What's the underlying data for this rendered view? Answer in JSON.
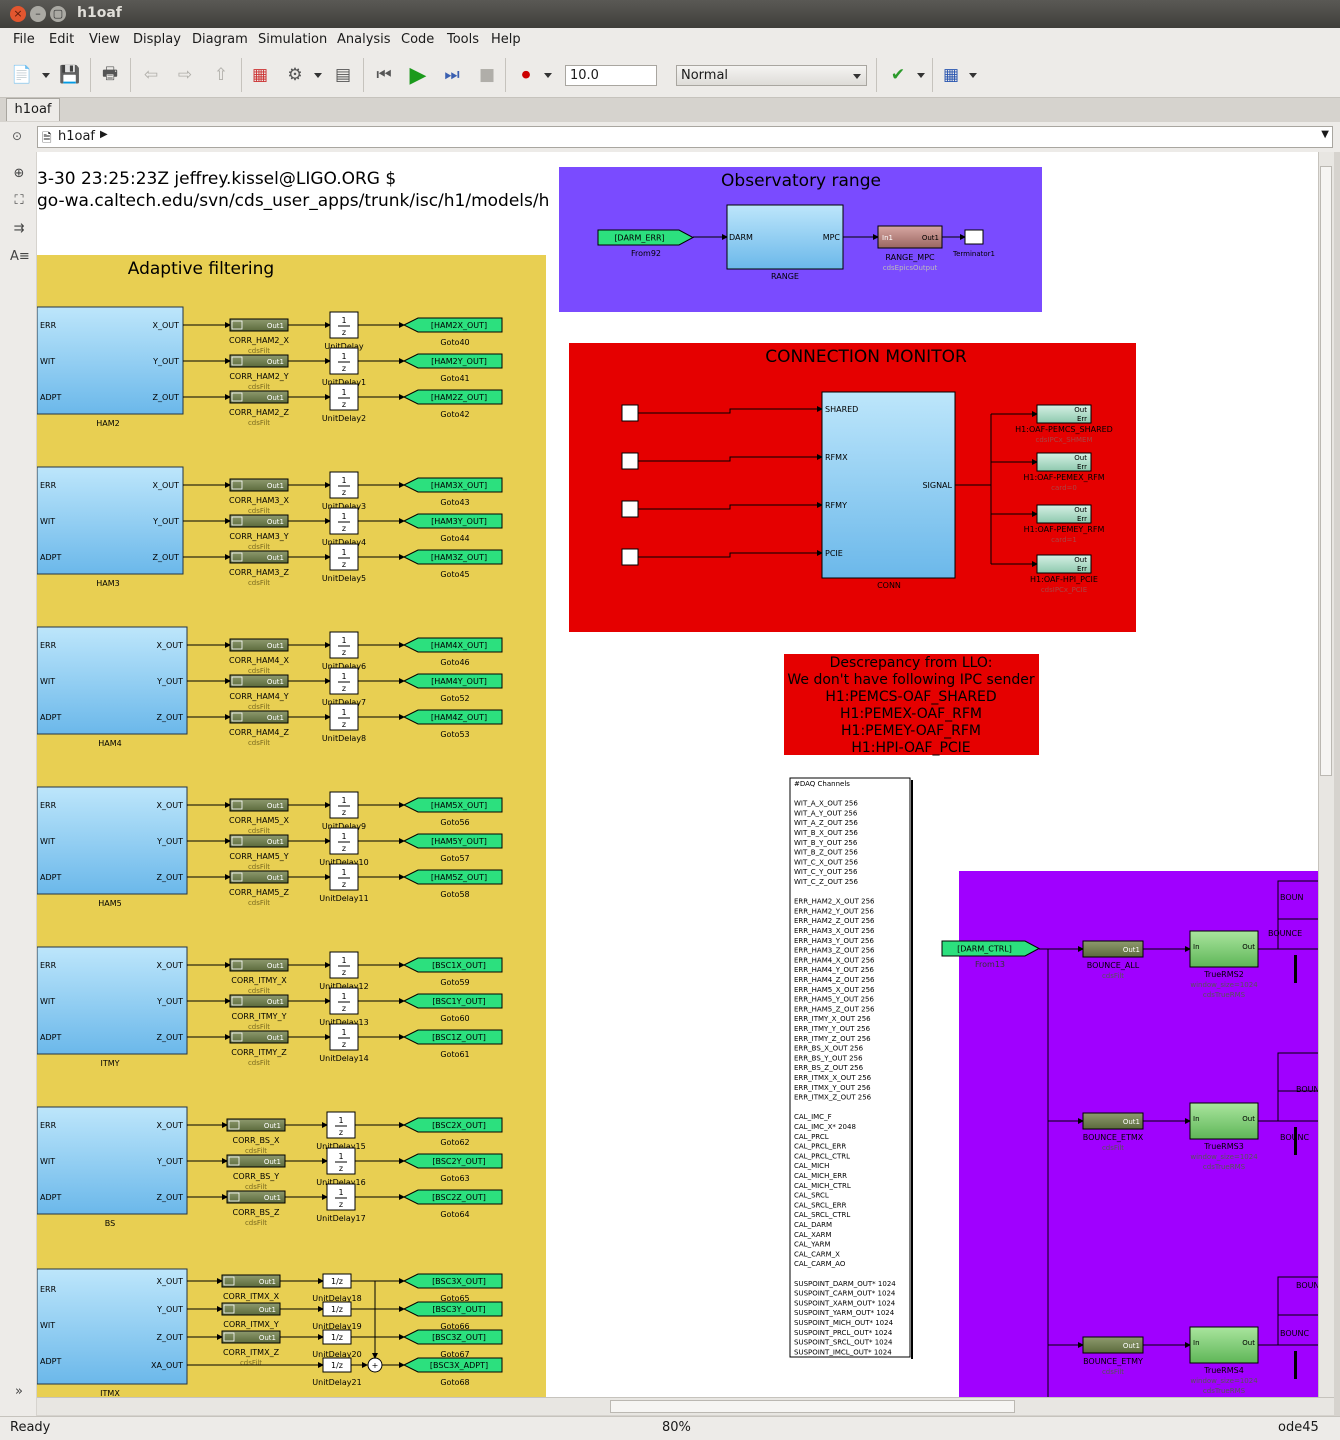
{
  "window": {
    "title": "h1oaf"
  },
  "menu": [
    "File",
    "Edit",
    "View",
    "Display",
    "Diagram",
    "Simulation",
    "Analysis",
    "Code",
    "Tools",
    "Help"
  ],
  "toolbar": {
    "sim_time": "10.0",
    "sim_mode": "Normal"
  },
  "tab": {
    "label": "h1oaf"
  },
  "breadcrumb": {
    "label": "h1oaf"
  },
  "header_text": {
    "line1": "3-30 23:25:23Z jeffrey.kissel@LIGO.ORG $",
    "line2": "go-wa.caltech.edu/svn/cds_user_apps/trunk/isc/h1/models/h"
  },
  "adaptive": {
    "title": "Adaptive filtering",
    "groups": [
      {
        "subsystem": "HAM2",
        "inputs": [
          "ERR",
          "WIT",
          "ADPT"
        ],
        "outputs": [
          "X_OUT",
          "Y_OUT",
          "Z_OUT"
        ],
        "filters": [
          "CORR_HAM2_X",
          "CORR_HAM2_Y",
          "CORR_HAM2_Z"
        ],
        "delays": [
          "UnitDelay",
          "UnitDelay1",
          "UnitDelay2"
        ],
        "gotos": [
          [
            "[HAM2X_OUT]",
            "Goto40"
          ],
          [
            "[HAM2Y_OUT]",
            "Goto41"
          ],
          [
            "[HAM2Z_OUT]",
            "Goto42"
          ]
        ]
      },
      {
        "subsystem": "HAM3",
        "inputs": [
          "ERR",
          "WIT",
          "ADPT"
        ],
        "outputs": [
          "X_OUT",
          "Y_OUT",
          "Z_OUT"
        ],
        "filters": [
          "CORR_HAM3_X",
          "CORR_HAM3_Y",
          "CORR_HAM3_Z"
        ],
        "delays": [
          "UnitDelay3",
          "UnitDelay4",
          "UnitDelay5"
        ],
        "gotos": [
          [
            "[HAM3X_OUT]",
            "Goto43"
          ],
          [
            "[HAM3Y_OUT]",
            "Goto44"
          ],
          [
            "[HAM3Z_OUT]",
            "Goto45"
          ]
        ]
      },
      {
        "subsystem": "HAM4",
        "inputs": [
          "ERR",
          "WIT",
          "ADPT"
        ],
        "outputs": [
          "X_OUT",
          "Y_OUT",
          "Z_OUT"
        ],
        "filters": [
          "CORR_HAM4_X",
          "CORR_HAM4_Y",
          "CORR_HAM4_Z"
        ],
        "delays": [
          "UnitDelay6",
          "UnitDelay7",
          "UnitDelay8"
        ],
        "gotos": [
          [
            "[HAM4X_OUT]",
            "Goto46"
          ],
          [
            "[HAM4Y_OUT]",
            "Goto52"
          ],
          [
            "[HAM4Z_OUT]",
            "Goto53"
          ]
        ]
      },
      {
        "subsystem": "HAM5",
        "inputs": [
          "ERR",
          "WIT",
          "ADPT"
        ],
        "outputs": [
          "X_OUT",
          "Y_OUT",
          "Z_OUT"
        ],
        "filters": [
          "CORR_HAM5_X",
          "CORR_HAM5_Y",
          "CORR_HAM5_Z"
        ],
        "delays": [
          "UnitDelay9",
          "UnitDelay10",
          "UnitDelay11"
        ],
        "gotos": [
          [
            "[HAM5X_OUT]",
            "Goto56"
          ],
          [
            "[HAM5Y_OUT]",
            "Goto57"
          ],
          [
            "[HAM5Z_OUT]",
            "Goto58"
          ]
        ]
      },
      {
        "subsystem": "ITMY",
        "inputs": [
          "ERR",
          "WIT",
          "ADPT"
        ],
        "outputs": [
          "X_OUT",
          "Y_OUT",
          "Z_OUT"
        ],
        "filters": [
          "CORR_ITMY_X",
          "CORR_ITMY_Y",
          "CORR_ITMY_Z"
        ],
        "delays": [
          "UnitDelay12",
          "UnitDelay13",
          "UnitDelay14"
        ],
        "gotos": [
          [
            "[BSC1X_OUT]",
            "Goto59"
          ],
          [
            "[BSC1Y_OUT]",
            "Goto60"
          ],
          [
            "[BSC1Z_OUT]",
            "Goto61"
          ]
        ]
      },
      {
        "subsystem": "BS",
        "inputs": [
          "ERR",
          "WIT",
          "ADPT"
        ],
        "outputs": [
          "X_OUT",
          "Y_OUT",
          "Z_OUT"
        ],
        "filters": [
          "CORR_BS_X",
          "CORR_BS_Y",
          "CORR_BS_Z"
        ],
        "delays": [
          "UnitDelay15",
          "UnitDelay16",
          "UnitDelay17"
        ],
        "gotos": [
          [
            "[BSC2X_OUT]",
            "Goto62"
          ],
          [
            "[BSC2Y_OUT]",
            "Goto63"
          ],
          [
            "[BSC2Z_OUT]",
            "Goto64"
          ]
        ]
      },
      {
        "subsystem": "ITMX",
        "inputs": [
          "ERR",
          "WIT",
          "ADPT"
        ],
        "outputs": [
          "X_OUT",
          "Y_OUT",
          "Z_OUT",
          "XA_OUT"
        ],
        "filters": [
          "CORR_ITMX_X",
          "CORR_ITMX_Y",
          "CORR_ITMX_Z"
        ],
        "delays": [
          "UnitDelay18",
          "UnitDelay19",
          "UnitDelay20",
          "UnitDelay21"
        ],
        "gotos": [
          [
            "[BSC3X_OUT]",
            "Goto65"
          ],
          [
            "[BSC3Y_OUT]",
            "Goto66"
          ],
          [
            "[BSC3Z_OUT]",
            "Goto67"
          ],
          [
            "[BSC3X_ADPT]",
            "Goto68"
          ]
        ]
      }
    ],
    "filter_lib": "cdsFilt",
    "block_out": "Out1",
    "delay_expr": "1/z"
  },
  "observatory": {
    "title": "Observatory range",
    "from_tag": "[DARM_ERR]",
    "from_name": "From92",
    "range_in": "DARM",
    "range_out": "MPC",
    "range_name": "RANGE",
    "epics_in": "In1",
    "epics_out": "Out1",
    "epics_name": "RANGE_MPC",
    "epics_lib": "cdsEpicsOutput",
    "term_name": "Terminator1"
  },
  "conn": {
    "title": "CONNECTION MONITOR",
    "inputs": [
      "SHARED",
      "RFMX",
      "RFMY",
      "PCIE"
    ],
    "output": "SIGNAL",
    "name": "CONN",
    "senders": [
      [
        "H1:OAF-PEMCS_SHARED",
        "cdsIPCx_SHMEM"
      ],
      [
        "H1:OAF-PEMEX_RFM",
        "card=0"
      ],
      [
        "H1:OAF-PEMEY_RFM",
        "card=1"
      ],
      [
        "H1:OAF-HPI_PCIE",
        "cdsIPCx_PCIE"
      ]
    ],
    "sender_ports": [
      "Out",
      "Err"
    ]
  },
  "descrepancy": {
    "lines": [
      "Descrepancy from LLO:",
      "We don't have following IPC sender",
      "H1:PEMCS-OAF_SHARED",
      "H1:PEMEX-OAF_RFM",
      "H1:PEMEY-OAF_RFM",
      "H1:HPI-OAF_PCIE"
    ]
  },
  "daq": {
    "groups": [
      [
        "#DAQ Channels"
      ],
      [
        "WIT_A_X_OUT 256",
        "WIT_A_Y_OUT 256",
        "WIT_A_Z_OUT 256",
        "WIT_B_X_OUT 256",
        "WIT_B_Y_OUT 256",
        "WIT_B_Z_OUT 256",
        "WIT_C_X_OUT 256",
        "WIT_C_Y_OUT 256",
        "WIT_C_Z_OUT 256"
      ],
      [
        "ERR_HAM2_X_OUT 256",
        "ERR_HAM2_Y_OUT 256",
        "ERR_HAM2_Z_OUT 256",
        "ERR_HAM3_X_OUT 256",
        "ERR_HAM3_Y_OUT 256",
        "ERR_HAM3_Z_OUT 256",
        "ERR_HAM4_X_OUT 256",
        "ERR_HAM4_Y_OUT 256",
        "ERR_HAM4_Z_OUT 256",
        "ERR_HAM5_X_OUT 256",
        "ERR_HAM5_Y_OUT 256",
        "ERR_HAM5_Z_OUT 256",
        "ERR_ITMY_X_OUT 256",
        "ERR_ITMY_Y_OUT 256",
        "ERR_ITMY_Z_OUT 256",
        "ERR_BS_X_OUT 256",
        "ERR_BS_Y_OUT 256",
        "ERR_BS_Z_OUT 256",
        "ERR_ITMX_X_OUT 256",
        "ERR_ITMX_Y_OUT 256",
        "ERR_ITMX_Z_OUT 256"
      ],
      [
        "CAL_IMC_F",
        "CAL_IMC_X* 2048",
        "CAL_PRCL",
        "CAL_PRCL_ERR",
        "CAL_PRCL_CTRL",
        "CAL_MICH",
        "CAL_MICH_ERR",
        "CAL_MICH_CTRL",
        "CAL_SRCL",
        "CAL_SRCL_ERR",
        "CAL_SRCL_CTRL",
        "CAL_DARM",
        "CAL_XARM",
        "CAL_YARM",
        "CAL_CARM_X",
        "CAL_CARM_AO"
      ],
      [
        "SUSPOINT_DARM_OUT* 1024",
        "SUSPOINT_CARM_OUT* 1024",
        "SUSPOINT_XARM_OUT* 1024",
        "SUSPOINT_YARM_OUT* 1024",
        "SUSPOINT_MICH_OUT* 1024",
        "SUSPOINT_PRCL_OUT* 1024",
        "SUSPOINT_SRCL_OUT* 1024",
        "SUSPOINT_IMCL_OUT* 1024"
      ]
    ]
  },
  "bounce": {
    "from_tag": "[DARM_CTRL]",
    "from_name": "From13",
    "rows": [
      {
        "filter": "BOUNCE_ALL",
        "rms": "TrueRMS2"
      },
      {
        "filter": "BOUNCE_ETMX",
        "rms": "TrueRMS3"
      },
      {
        "filter": "BOUNCE_ETMY",
        "rms": "TrueRMS4"
      }
    ],
    "rms_param": "window_size=1024",
    "rms_lib": "cdsTrueRMS",
    "rms_in": "In",
    "rms_out": "Out",
    "right_labels": [
      "BOUN",
      "BOUNCE",
      "BOUN",
      "BOUNC",
      "BOUN",
      "BOUNC"
    ]
  },
  "status": {
    "left": "Ready",
    "zoom": "80%",
    "solver": "ode45"
  },
  "colors": {
    "yellow": "#e8cf52",
    "blue_area": "#7a4bff",
    "red_area": "#e50000",
    "purple_area": "#a000ff",
    "goto": "#2ce07e"
  }
}
